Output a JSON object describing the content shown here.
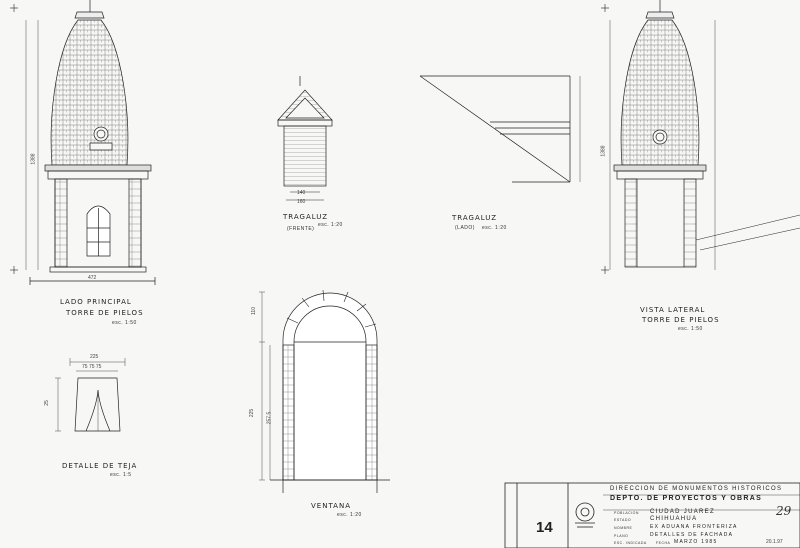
{
  "drawings": {
    "lado_principal": {
      "title_line1": "LADO PRINCIPAL",
      "title_line2": "TORRE DE PIELOS",
      "scale": "esc. 1:50",
      "width_dim": "472",
      "height_dim": "1388"
    },
    "tragaluz_frente": {
      "title": "TRAGALUZ",
      "subtitle": "(FRENTE)",
      "scale": "esc. 1:20",
      "dim_bottom_1": "140",
      "dim_bottom_2": "160"
    },
    "tragaluz_lado": {
      "title": "TRAGALUZ",
      "subtitle": "(LADO)",
      "scale": "esc. 1:20"
    },
    "vista_lateral": {
      "title_line1": "VISTA LATERAL",
      "title_line2": "TORRE DE PIELOS",
      "scale": "esc. 1:50",
      "height_dim": "1388"
    },
    "detalle_teja": {
      "title": "DETALLE DE TEJA",
      "scale": "esc. 1:5",
      "dim_top": "225",
      "dim_sub": "75 75 75",
      "dim_side": "25"
    },
    "ventana": {
      "title": "VENTANA",
      "scale": "esc. 1:20",
      "dim_left": "225",
      "dim_arch": "110",
      "dim_side": "257.5"
    }
  },
  "title_block": {
    "sheet_number": "14",
    "line1": "DIRECCION DE MONUMENTOS HISTORICOS",
    "line2": "DEPTO. DE PROYECTOS Y OBRAS",
    "poblacion_label": "POBLACION",
    "poblacion": "CIUDAD JUAREZ",
    "estado_label": "ESTADO",
    "estado": "CHIHUAHUA",
    "nombre_label": "NOMBRE",
    "nombre": "EX ADUANA FRONTERIZA",
    "plano_label": "PLANO",
    "plano": "DETALLES DE FACHADA",
    "esc_label": "ESC.",
    "esc": "INDICADA",
    "fecha_label": "FECHA",
    "fecha": "MARZO 1985",
    "handwritten_number": "29",
    "corner_note": "20.1.97"
  }
}
